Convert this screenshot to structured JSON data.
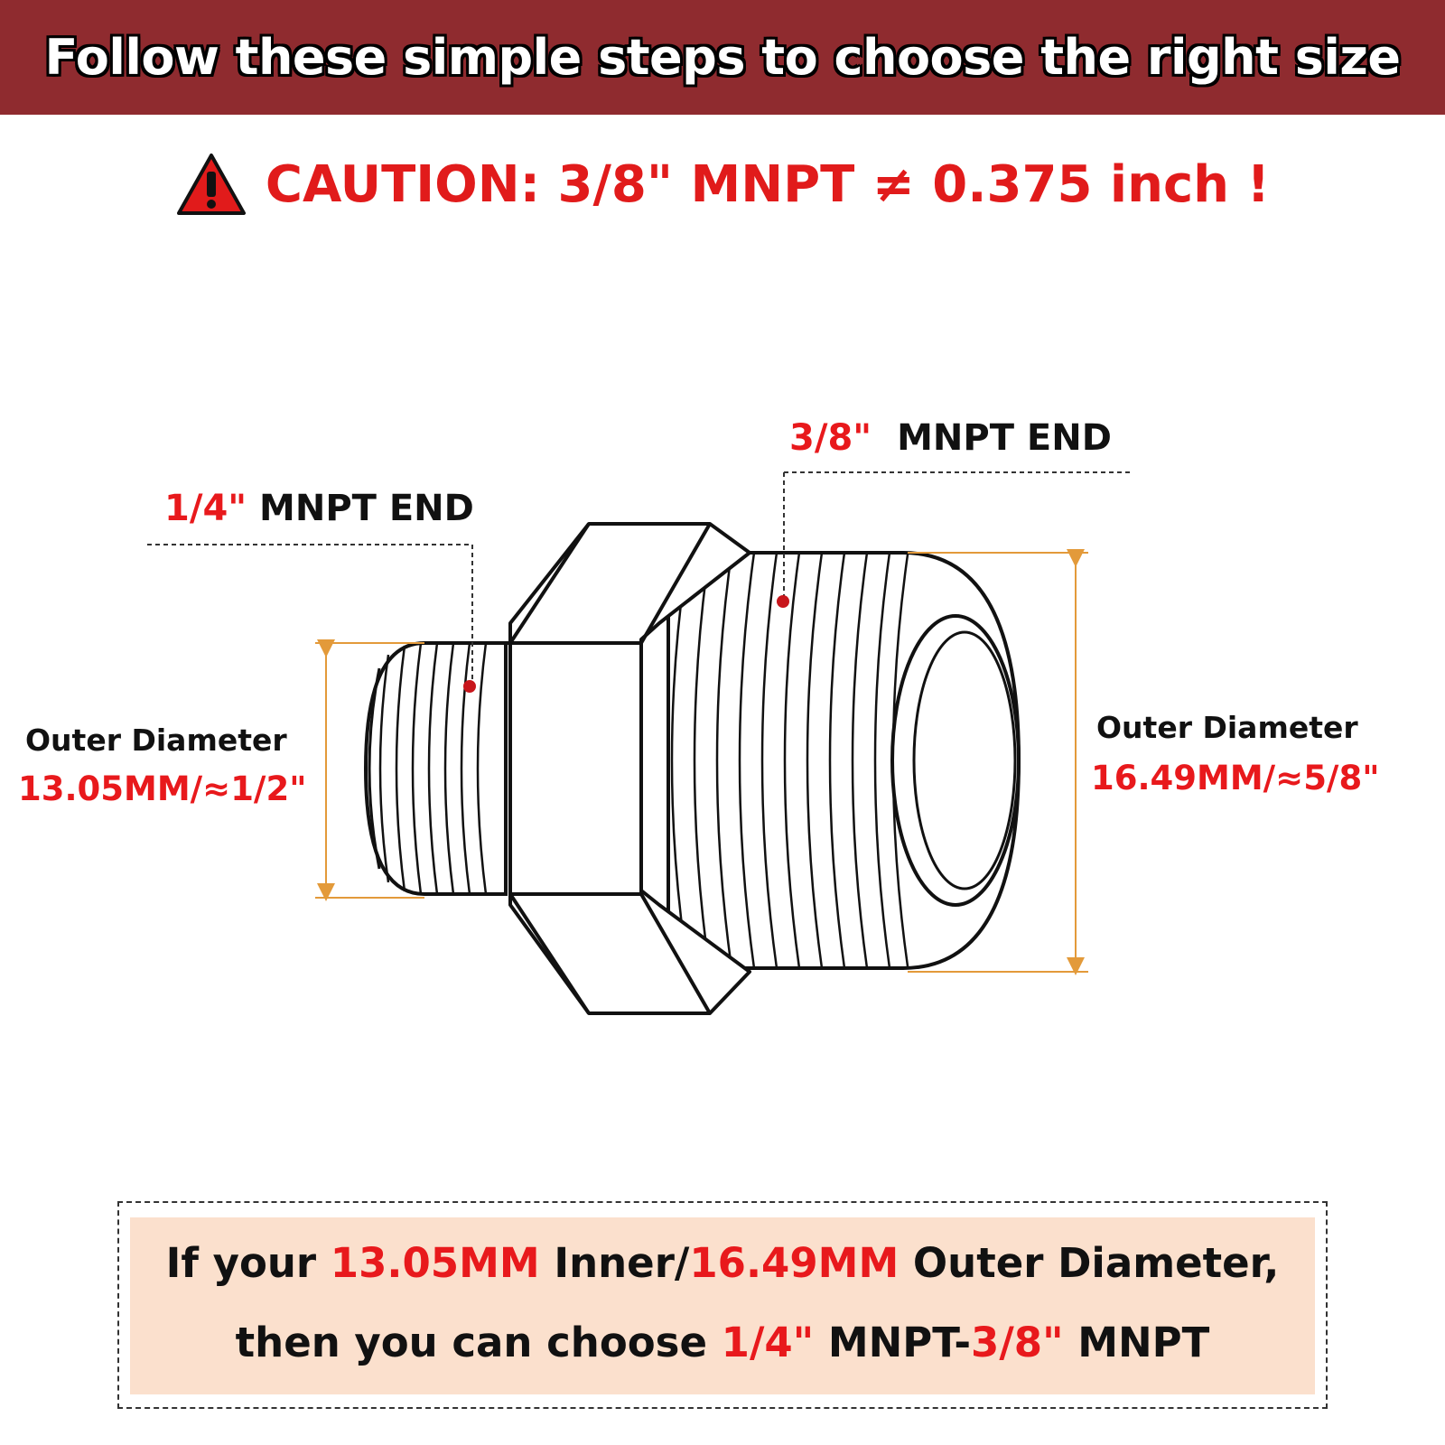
{
  "banner": {
    "title": "Follow these simple steps to choose the right size"
  },
  "caution": {
    "icon": "warning-triangle-icon",
    "text": "CAUTION: 3/8\" MNPT ≠ 0.375 inch !"
  },
  "small_end": {
    "size": "1/4\"",
    "label": " MNPT END"
  },
  "large_end": {
    "size": "3/8\"",
    "label": "MNPT END"
  },
  "left_dimension": {
    "label": "Outer Diameter",
    "value": "13.05MM/≈1/2\""
  },
  "right_dimension": {
    "label": "Outer Diameter",
    "value": "16.49MM/≈5/8\""
  },
  "summary": {
    "line1": {
      "p1": "If your ",
      "r1": "13.05MM",
      "p2": " Inner/",
      "r2": "16.49MM",
      "p3": " Outer Diameter,"
    },
    "line2": {
      "p1": "then you can choose ",
      "r1": "1/4\"",
      "p2": " MNPT-",
      "r2": "3/8\"",
      "p3": " MNPT"
    }
  },
  "colors": {
    "banner": "#8f2b2f",
    "accent_red": "#e8191c",
    "dimension_orange": "#e39a3a",
    "summary_bg": "#fbe0cd"
  }
}
